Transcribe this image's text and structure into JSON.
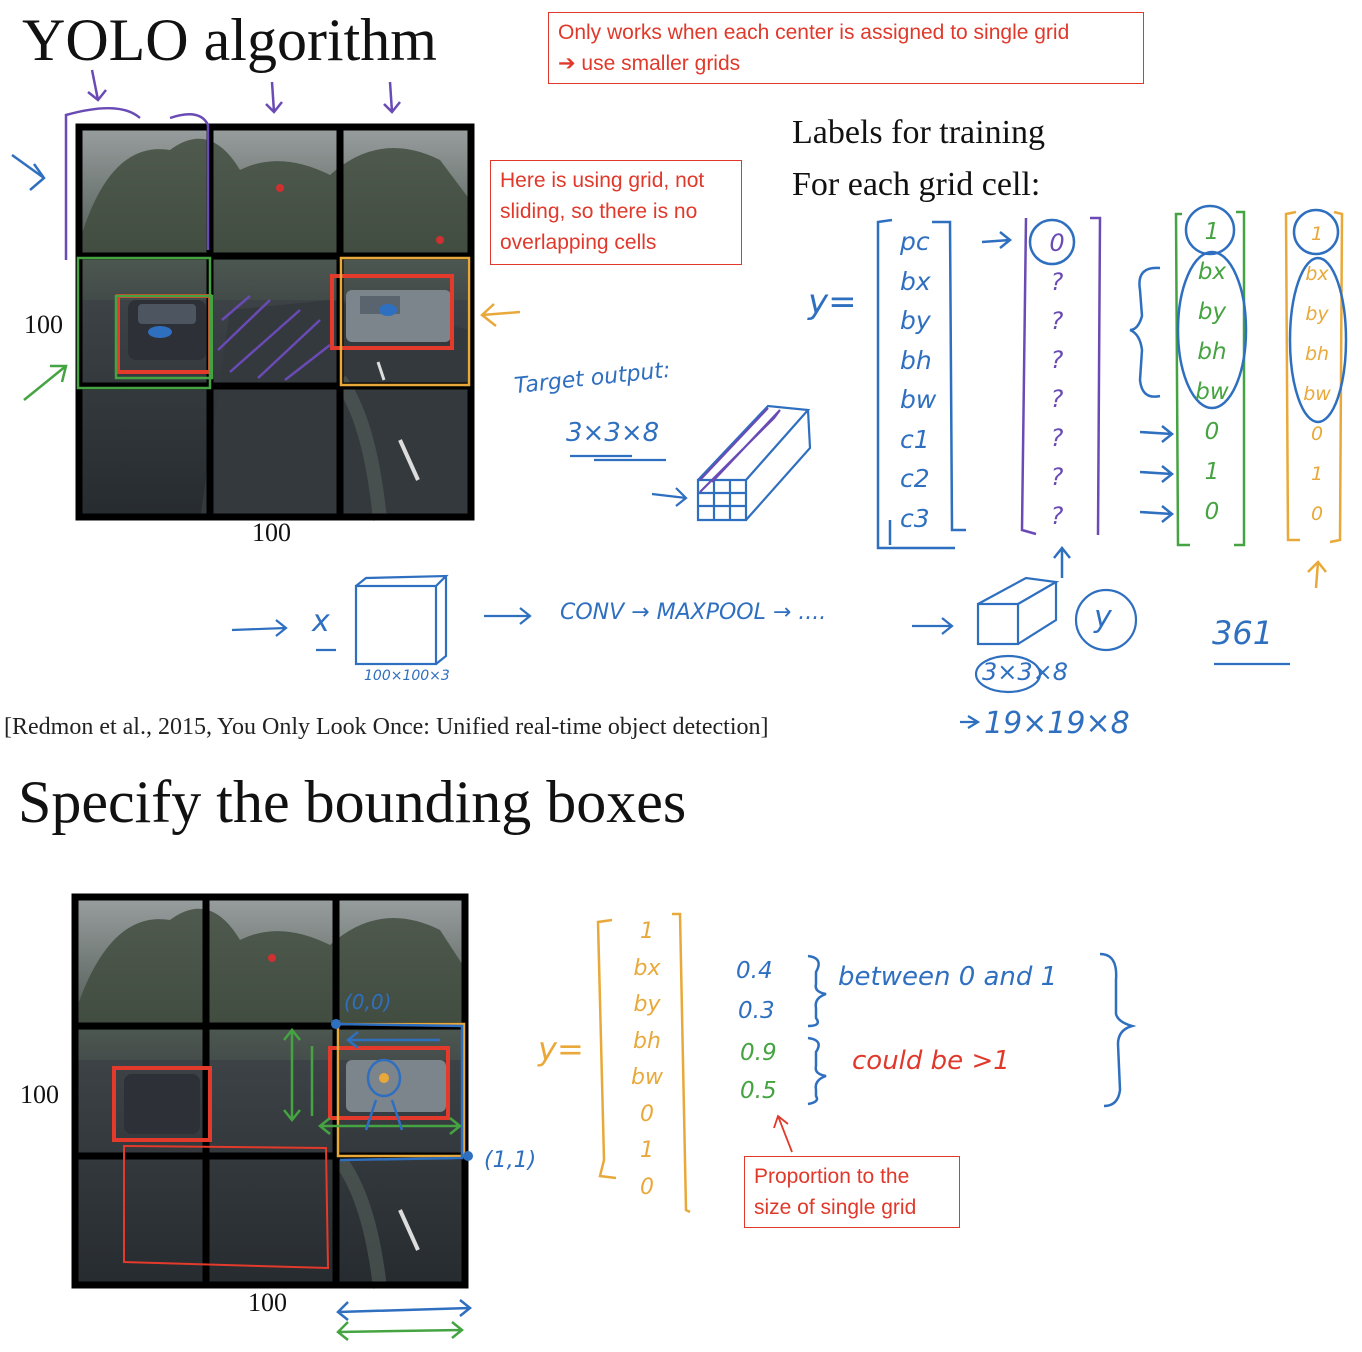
{
  "slide1": {
    "title": "YOLO algorithm",
    "note_top": {
      "line1": "Only works when each center is assigned to single grid",
      "line2": "➔ use smaller grids"
    },
    "note_grid": {
      "line1": "Here is using grid, not",
      "line2": "sliding, so there is no",
      "line3": "overlapping cells"
    },
    "grid_height_label": "100",
    "grid_width_label": "100",
    "labels_title": "Labels for training",
    "labels_subtitle": "For each grid cell:",
    "y_eq": "y=",
    "y_vector": [
      "pc",
      "bx",
      "by",
      "bh",
      "bw",
      "c1",
      "c2",
      "c3"
    ],
    "no_object_vector": [
      "0",
      "?",
      "?",
      "?",
      "?",
      "?",
      "?",
      "?"
    ],
    "object_vector_green": [
      "1",
      "bx",
      "by",
      "bh",
      "bw",
      "0",
      "1",
      "0"
    ],
    "object_vector_yellow": [
      "1",
      "bx",
      "by",
      "bh",
      "bw",
      "0",
      "1",
      "0"
    ],
    "target_output_label": "Target output:",
    "target_output_dims": "3×3×8",
    "x_label": "x",
    "input_dims": "100×100×3",
    "pipeline": "CONV → MAXPOOL → ....",
    "output_dims": "3×3×8",
    "y_circle": "y",
    "alt_output_dims": "19×19×8",
    "count_label": "361",
    "citation": "[Redmon et al., 2015, You Only Look Once: Unified real-time object detection]"
  },
  "slide2": {
    "title": "Specify the bounding boxes",
    "grid_height_label": "100",
    "grid_width_label": "100",
    "corner_tl": "(0,0)",
    "corner_br": "(1,1)",
    "y_eq": "y=",
    "y_vector": [
      "1",
      "bx",
      "by",
      "bh",
      "bw",
      "0",
      "1",
      "0"
    ],
    "values": [
      "0.4",
      "0.3",
      "0.9",
      "0.5"
    ],
    "between_note": "between 0 and 1",
    "could_note": "could be >1",
    "proportion_note": {
      "line1": "Proportion to the",
      "line2": "size of single grid"
    }
  },
  "colors": {
    "red_note": "#e0392b",
    "blue_ink": "#2f6fc0",
    "purple_ink": "#6a4bb5",
    "green_ink": "#45a341",
    "yellow_ink": "#e9a93a",
    "red_box": "#e33a2b"
  }
}
